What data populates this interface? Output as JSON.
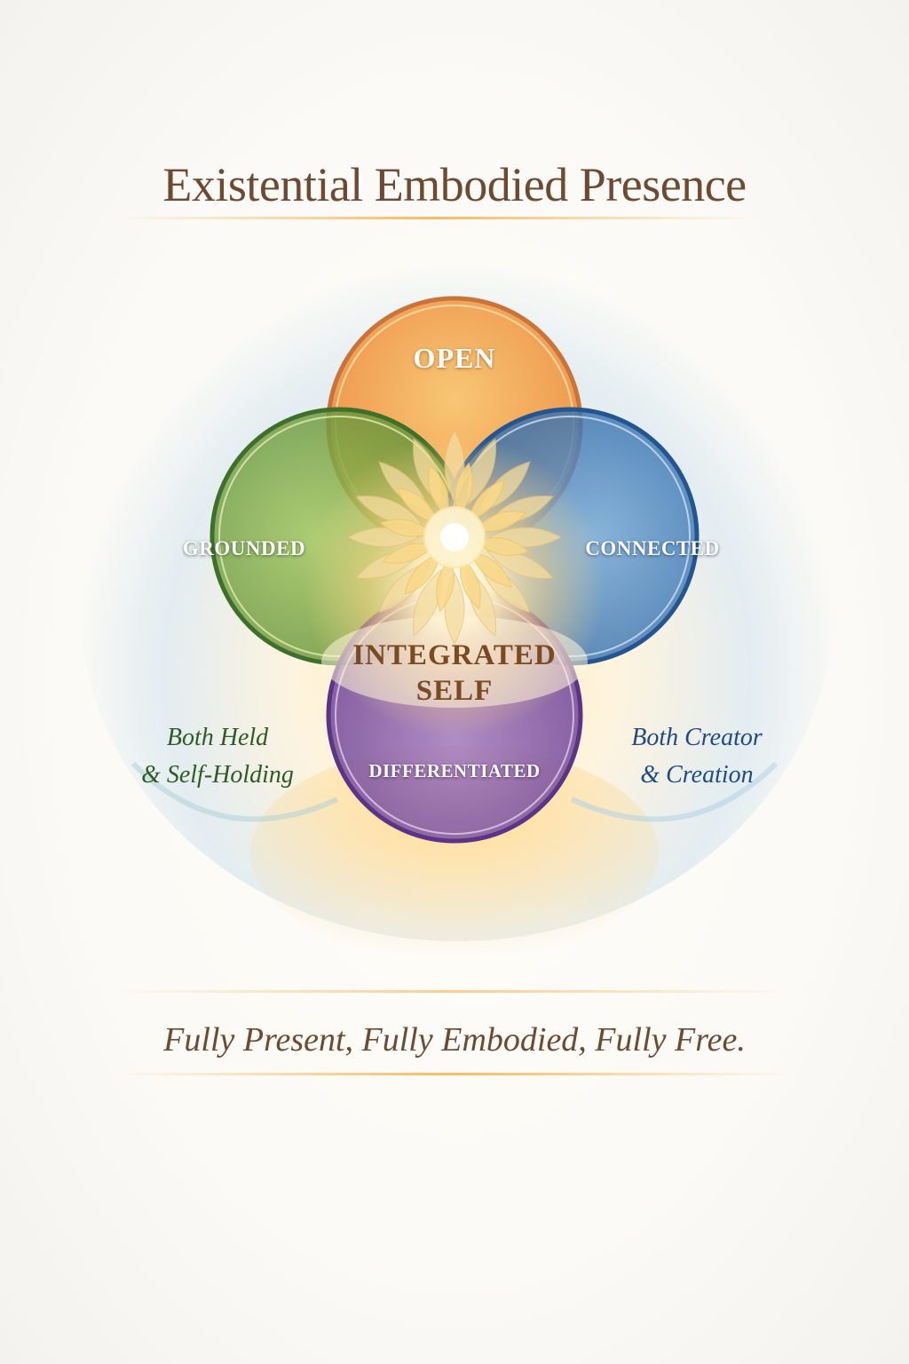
{
  "title": "Existential Embodied Presence",
  "tagline": "Fully Present, Fully Embodied, Fully Free.",
  "diagram": {
    "circles": [
      {
        "id": "open",
        "label": "OPEN",
        "color": "#f0903a"
      },
      {
        "id": "grounded",
        "label": "GROUNDED",
        "color": "#6f9e3a"
      },
      {
        "id": "connected",
        "label": "CONNECTED",
        "color": "#3a78b8"
      },
      {
        "id": "differentiated",
        "label": "DIFFERENTIATED",
        "color": "#7a4f9e"
      }
    ],
    "center": {
      "line1": "INTEGRATED",
      "line2": "SELF"
    },
    "side_left": {
      "line1": "Both Held",
      "line2": "& Self-Holding",
      "color": "#2f5a24"
    },
    "side_right": {
      "line1": "Both Creator",
      "line2": "& Creation",
      "color": "#1f4a86"
    }
  }
}
